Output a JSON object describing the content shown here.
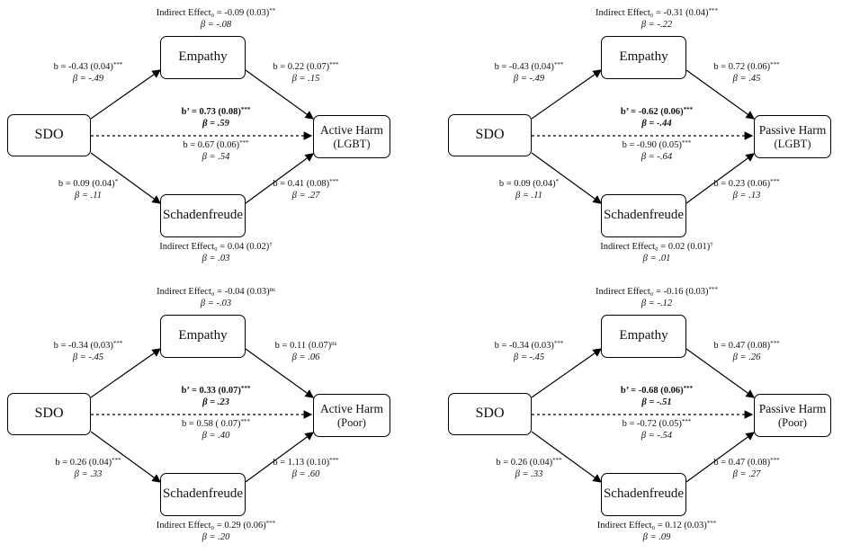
{
  "panels": [
    {
      "id": "active-lgbt",
      "outcome": {
        "line1": "Active Harm",
        "line2": "(LGBT)"
      },
      "indirect_empathy": {
        "b": "Indirect Effect₀ = -0.09 (0.03)",
        "b_sig": "**",
        "beta": "β = -.08"
      },
      "sdo_empathy": {
        "b": "b = -0.43 (0.04)",
        "b_sig": "***",
        "beta": "β = -.49"
      },
      "empathy_outcome": {
        "b": "b = 0.22 (0.07)",
        "b_sig": "***",
        "beta": "β = .15"
      },
      "direct": {
        "b": "b’ = 0.73 (0.08)",
        "b_sig": "***",
        "beta": "β = .59"
      },
      "total": {
        "b": "b = 0.67 (0.06)",
        "b_sig": "***",
        "beta": "β = .54"
      },
      "sdo_schad": {
        "b": "b = 0.09 (0.04)",
        "b_sig": "*",
        "beta": "β = .11"
      },
      "schad_outcome": {
        "b": "b = 0.41 (0.08)",
        "b_sig": "***",
        "beta": "β = .27"
      },
      "indirect_schad": {
        "b": "Indirect Effect₀ = 0.04 (0.02)",
        "b_sig": "†",
        "beta": "β = .03"
      }
    },
    {
      "id": "passive-lgbt",
      "outcome": {
        "line1": "Passive Harm",
        "line2": "(LGBT)"
      },
      "indirect_empathy": {
        "b": "Indirect Effect₀ = -0.31 (0.04)",
        "b_sig": "***",
        "beta": "β = -.22"
      },
      "sdo_empathy": {
        "b": "b = -0.43 (0.04)",
        "b_sig": "***",
        "beta": "β = -.49"
      },
      "empathy_outcome": {
        "b": "b = 0.72 (0.06)",
        "b_sig": "***",
        "beta": "β = .45"
      },
      "direct": {
        "b": "b’ = -0.62 (0.06)",
        "b_sig": "***",
        "beta": "β = -.44"
      },
      "total": {
        "b": "b = -0.90 (0.05)",
        "b_sig": "***",
        "beta": "β = -.64"
      },
      "sdo_schad": {
        "b": "b = 0.09 (0.04)",
        "b_sig": "*",
        "beta": "β = .11"
      },
      "schad_outcome": {
        "b": "b = 0.23 (0.06)",
        "b_sig": "***",
        "beta": "β = .13"
      },
      "indirect_schad": {
        "b": "Indirect Effect₀ = 0.02 (0.01)",
        "b_sig": "†",
        "beta": "β = .01"
      }
    },
    {
      "id": "active-poor",
      "outcome": {
        "line1": "Active Harm",
        "line2": "(Poor)"
      },
      "indirect_empathy": {
        "b": "Indirect Effect₀ = -0.04 (0.03)",
        "b_sig": "ns",
        "beta": "β = -.03"
      },
      "sdo_empathy": {
        "b": "b = -0.34 (0.03)",
        "b_sig": "***",
        "beta": "β = -.45"
      },
      "empathy_outcome": {
        "b": "b = 0.11 (0.07)",
        "b_sig": "ns",
        "beta": "β = .06"
      },
      "direct": {
        "b": "b’ = 0.33 (0.07)",
        "b_sig": "***",
        "beta": "β = .23"
      },
      "total": {
        "b": "b = 0.58 ( 0.07)",
        "b_sig": "***",
        "beta": "β = .40"
      },
      "sdo_schad": {
        "b": "b = 0.26 (0.04)",
        "b_sig": "***",
        "beta": "β = .33"
      },
      "schad_outcome": {
        "b": "b = 1.13 (0.10)",
        "b_sig": "***",
        "beta": "β = .60"
      },
      "indirect_schad": {
        "b": "Indirect Effect₀ = 0.29 (0.06)",
        "b_sig": "***",
        "beta": "β = .20"
      }
    },
    {
      "id": "passive-poor",
      "outcome": {
        "line1": "Passive Harm",
        "line2": "(Poor)"
      },
      "indirect_empathy": {
        "b": "Indirect Effect₀ = -0.16 (0.03)",
        "b_sig": "***",
        "beta": "β = -.12"
      },
      "sdo_empathy": {
        "b": "b = -0.34 (0.03)",
        "b_sig": "***",
        "beta": "β = -.45"
      },
      "empathy_outcome": {
        "b": "b = 0.47 (0.08)",
        "b_sig": "***",
        "beta": "β = .26"
      },
      "direct": {
        "b": "b’ = -0.68 (0.06)",
        "b_sig": "***",
        "beta": "β = -.51"
      },
      "total": {
        "b": "b = -0.72 (0.05)",
        "b_sig": "***",
        "beta": "β = -.54"
      },
      "sdo_schad": {
        "b": "b = 0.26 (0.04)",
        "b_sig": "***",
        "beta": "β = .33"
      },
      "schad_outcome": {
        "b": "b = 0.47 (0.08)",
        "b_sig": "***",
        "beta": "β = .27"
      },
      "indirect_schad": {
        "b": "Indirect Effect₀ = 0.12 (0.03)",
        "b_sig": "***",
        "beta": "β = .09"
      }
    }
  ],
  "node_labels": {
    "predictor": "SDO",
    "mediator1": "Empathy",
    "mediator2": "Schadenfreude"
  }
}
